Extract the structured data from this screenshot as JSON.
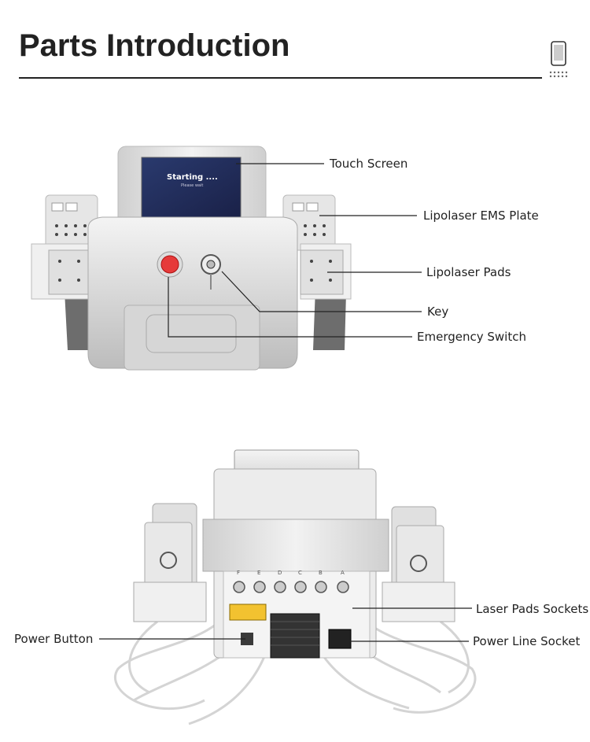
{
  "header": {
    "title": "Parts Introduction"
  },
  "top_device": {
    "screen_text": "Starting ....",
    "screen_subtext": "Please wait",
    "labels": {
      "touch_screen": "Touch Screen",
      "ems_plate": "Lipolaser EMS Plate",
      "lipolaser_pads": "Lipolaser Pads",
      "key": "Key",
      "emergency_switch": "Emergency Switch"
    }
  },
  "bottom_device": {
    "socket_letters": [
      "F",
      "E",
      "D",
      "C",
      "B",
      "A"
    ],
    "labels": {
      "laser_pads_sockets": "Laser Pads Sockets",
      "power_button": "Power Button",
      "power_line_socket": "Power Line Socket"
    }
  },
  "icons": {
    "header_icon": "smartphone-icon"
  }
}
